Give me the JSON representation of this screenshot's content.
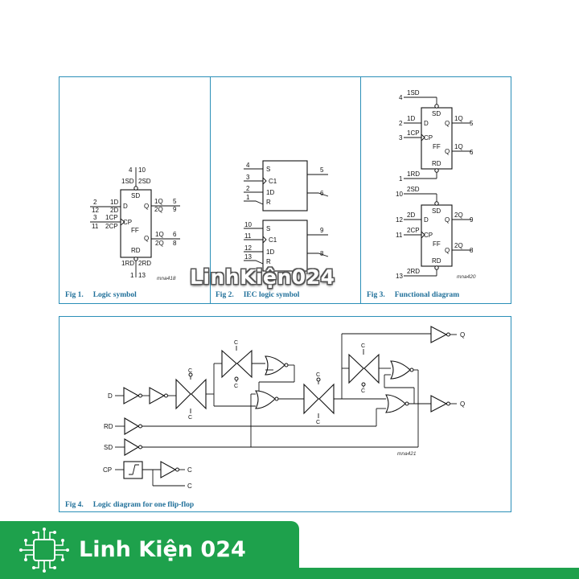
{
  "fig1": {
    "num": "Fig 1.",
    "title": "Logic symbol",
    "tag": "mna418",
    "pins_left": [
      "2",
      "12",
      "1D",
      "2D",
      "3",
      "11",
      "1CP",
      "2CP"
    ],
    "pins_top": [
      "4",
      "10",
      "1SD",
      "2SD"
    ],
    "pins_right": [
      "1Q",
      "2Q",
      "5",
      "9",
      "1Q",
      "2Q",
      "6",
      "8"
    ],
    "pins_bottom": [
      "1RD",
      "2RD",
      "1",
      "13"
    ],
    "inner": [
      "SD",
      "D",
      "CP",
      "FF",
      "Q",
      "Q",
      "RD"
    ]
  },
  "fig2": {
    "num": "Fig 2.",
    "title": "IEC logic symbol",
    "upper_pins_left": [
      "4",
      "3",
      "2",
      "1"
    ],
    "upper_inner": [
      "S",
      "C1",
      "1D",
      "R"
    ],
    "upper_pins_right": [
      "5",
      "6"
    ],
    "lower_pins_left": [
      "10",
      "11",
      "12",
      "13"
    ],
    "lower_inner": [
      "S",
      "C1",
      "1D",
      "R"
    ],
    "lower_pins_right": [
      "9",
      "8"
    ]
  },
  "fig3": {
    "num": "Fig 3.",
    "title": "Functional diagram",
    "tag": "mna420",
    "upper": {
      "top_pin": "4",
      "top_sig": "1SD",
      "d_pin": "2",
      "d_sig": "1D",
      "cp_pin": "3",
      "cp_sig": "1CP",
      "q_sig": "1Q",
      "q_pin": "5",
      "qn_sig": "1Q",
      "qn_pin": "6",
      "rd_pin": "1",
      "rd_sig": "1RD"
    },
    "lower": {
      "top_pin": "10",
      "top_sig": "2SD",
      "d_pin": "12",
      "d_sig": "2D",
      "cp_pin": "11",
      "cp_sig": "2CP",
      "q_sig": "2Q",
      "q_pin": "9",
      "qn_sig": "2Q",
      "qn_pin": "8",
      "rd_pin": "13",
      "rd_sig": "2RD"
    },
    "inner": [
      "SD",
      "D",
      "CP",
      "FF",
      "Q",
      "Q",
      "RD"
    ]
  },
  "fig4": {
    "num": "Fig 4.",
    "title": "Logic diagram for one flip-flop",
    "tag": "mna421",
    "inputs": [
      "D",
      "RD",
      "SD",
      "CP"
    ],
    "outputs": [
      "Q",
      "Q"
    ],
    "clock_labels": [
      "C",
      "C"
    ]
  },
  "watermark": "LinhKiện024",
  "banner": {
    "text": "Linh Kiện 024",
    "color": "#1ea14c"
  }
}
